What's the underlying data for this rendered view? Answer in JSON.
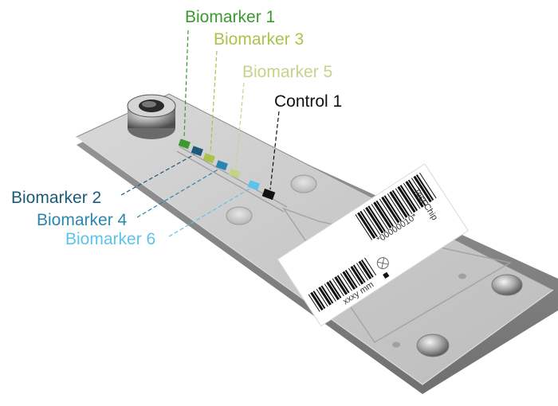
{
  "figure": {
    "markers": [
      {
        "key": "bm1",
        "label": "Biomarker 1",
        "color": "#3a9a2e"
      },
      {
        "key": "bm3",
        "label": "Biomarker 3",
        "color": "#a8c44a"
      },
      {
        "key": "bm5",
        "label": "Biomarker 5",
        "color": "#c3d48a"
      },
      {
        "key": "ctl1",
        "label": "Control 1",
        "color": "#111111"
      },
      {
        "key": "bm2",
        "label": "Biomarker 2",
        "color": "#1c5a7a"
      },
      {
        "key": "bm4",
        "label": "Biomarker 4",
        "color": "#2a86b0"
      },
      {
        "key": "bm6",
        "label": "Biomarker 6",
        "color": "#5cc3ea"
      }
    ],
    "chip": {
      "barcode_number": "*00000010*",
      "name": "Test Chip",
      "code": "xxxy mm"
    }
  }
}
